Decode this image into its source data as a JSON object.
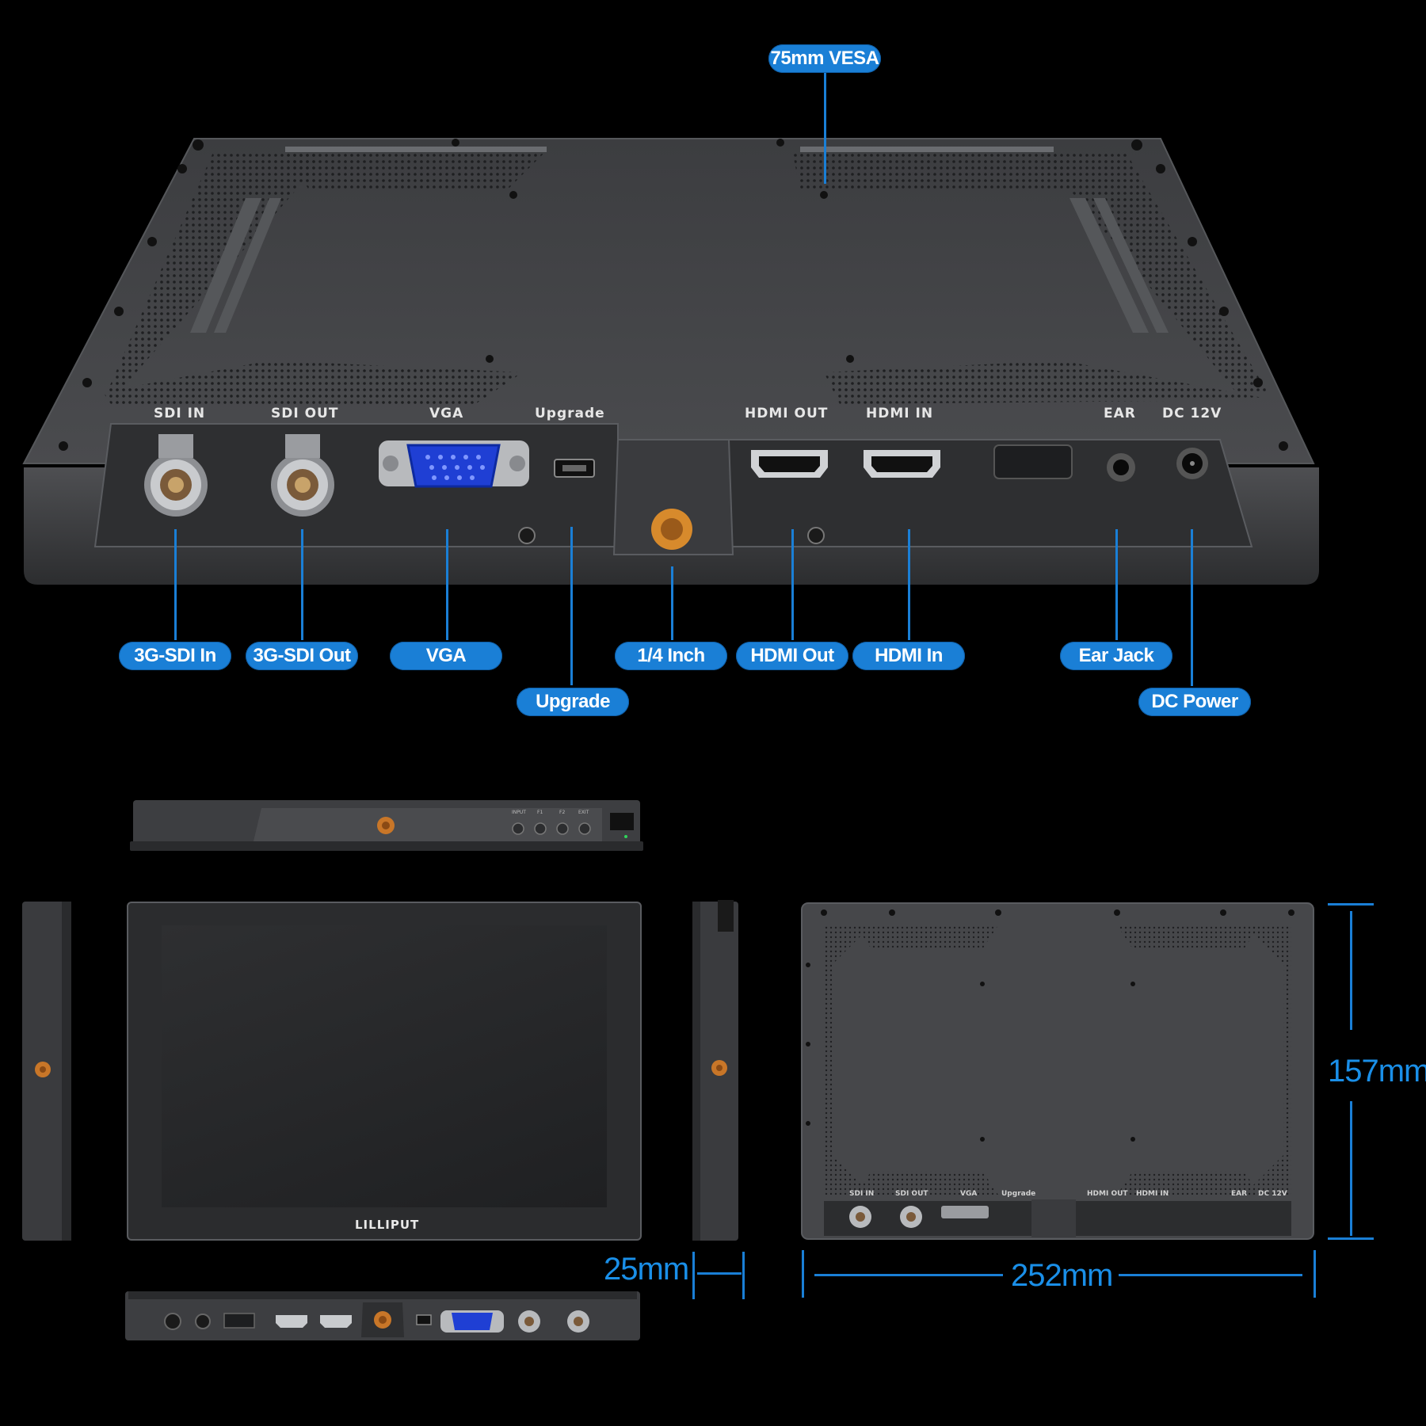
{
  "top_view": {
    "vesa_label": "75mm VESA",
    "port_labels": {
      "sdi_in": "SDI IN",
      "sdi_out": "SDI OUT",
      "vga": "VGA",
      "upgrade": "Upgrade",
      "hdmi_out": "HDMI OUT",
      "hdmi_in": "HDMI IN",
      "ear": "EAR",
      "dc": "DC 12V"
    },
    "callouts": {
      "sdi_in": "3G-SDI In",
      "sdi_out": "3G-SDI Out",
      "vga": "VGA",
      "upgrade": "Upgrade",
      "quarter_inch": "1/4 Inch",
      "hdmi_out": "HDMI Out",
      "hdmi_in": "HDMI In",
      "ear_jack": "Ear Jack",
      "dc_power": "DC Power"
    }
  },
  "top_edge": {
    "buttons": [
      "INPUT",
      "F1",
      "F2",
      "EXIT"
    ]
  },
  "front": {
    "brand": "LILLIPUT"
  },
  "back_small": {
    "port_labels": [
      "SDI IN",
      "SDI OUT",
      "VGA",
      "Upgrade",
      "HDMI OUT",
      "HDMI IN",
      "EAR",
      "DC 12V"
    ]
  },
  "dimensions": {
    "height": "157mm",
    "width": "252mm",
    "depth": "25mm"
  },
  "colors": {
    "accent": "#1a7fd6",
    "dimension_text": "#1a8fe8",
    "background": "#000000",
    "body": "#3a3b3d"
  }
}
